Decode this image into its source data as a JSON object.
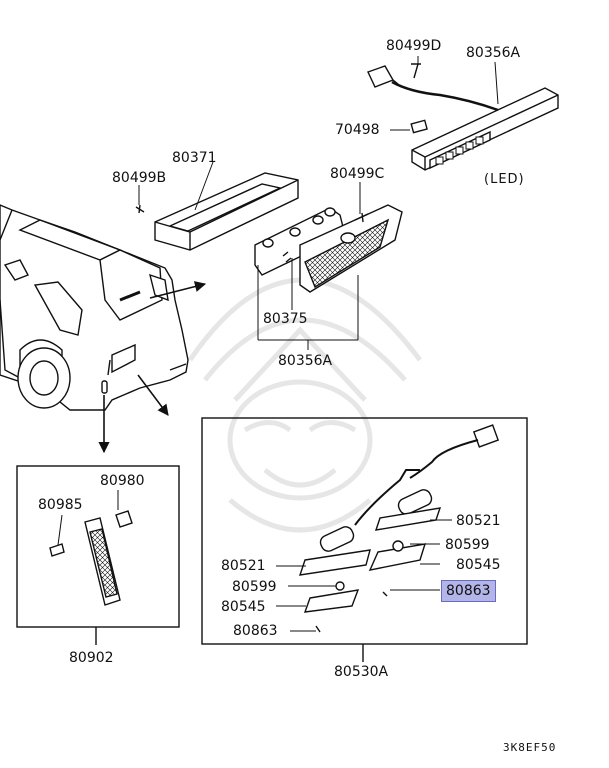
{
  "colors": {
    "line": "#111111",
    "highlight": "#b3b4e8",
    "highlight_border": "#6a6cc4",
    "watermark": "#e4e4e4"
  },
  "parts": {
    "p80499D": "80499D",
    "p80356A_top": "80356A",
    "p70498": "70498",
    "led_note": "(LED)",
    "p80371": "80371",
    "p80499B": "80499B",
    "p80499C": "80499C",
    "p80375": "80375",
    "p80356A_mid": "80356A",
    "p80980": "80980",
    "p80985": "80985",
    "p80902": "80902",
    "p80521_r": "80521",
    "p80599_r": "80599",
    "p80545_r": "80545",
    "p80863_hl": "80863",
    "p80521_l": "80521",
    "p80599_l": "80599",
    "p80545_l": "80545",
    "p80863_l": "80863",
    "p80530A": "80530A"
  },
  "diagram_code": "3K8EF50",
  "icons": {
    "watermark": "samurai-helmet-watermark-icon"
  }
}
